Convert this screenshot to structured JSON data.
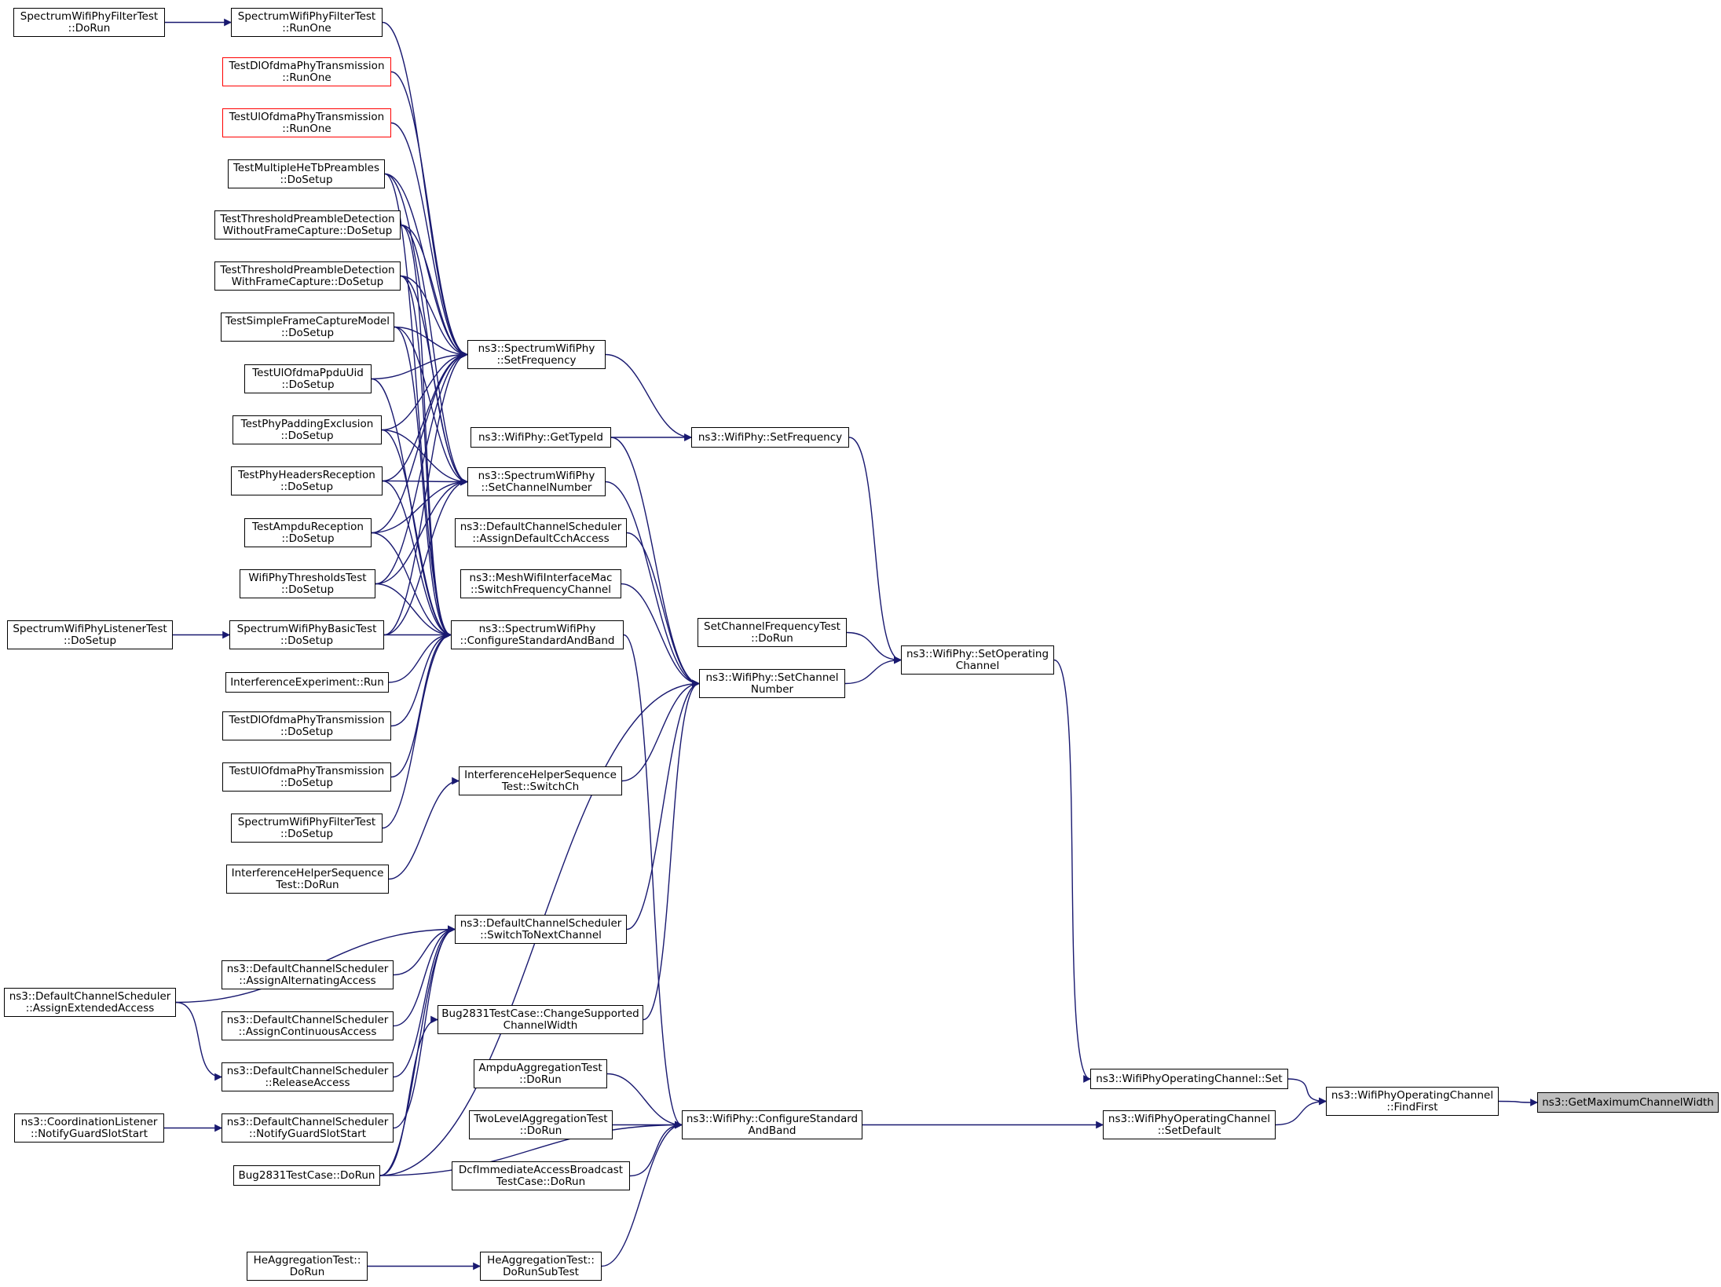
{
  "nodes": [
    {
      "id": "n0",
      "lines": [
        "SpectrumWifiPhyFilterTest",
        "::DoRun"
      ]
    },
    {
      "id": "n1",
      "lines": [
        "SpectrumWifiPhyFilterTest",
        "::RunOne"
      ]
    },
    {
      "id": "n2",
      "lines": [
        "TestDlOfdmaPhyTransmission",
        "::RunOne"
      ],
      "style": "red"
    },
    {
      "id": "n3",
      "lines": [
        "TestUlOfdmaPhyTransmission",
        "::RunOne"
      ],
      "style": "red"
    },
    {
      "id": "n4",
      "lines": [
        "TestMultipleHeTbPreambles",
        "::DoSetup"
      ]
    },
    {
      "id": "n5",
      "lines": [
        "TestThresholdPreambleDetection",
        "WithoutFrameCapture::DoSetup"
      ]
    },
    {
      "id": "n6",
      "lines": [
        "TestThresholdPreambleDetection",
        "WithFrameCapture::DoSetup"
      ]
    },
    {
      "id": "n7",
      "lines": [
        "TestSimpleFrameCaptureModel",
        "::DoSetup"
      ]
    },
    {
      "id": "n8",
      "lines": [
        "TestUlOfdmaPpduUid",
        "::DoSetup"
      ]
    },
    {
      "id": "n9",
      "lines": [
        "TestPhyPaddingExclusion",
        "::DoSetup"
      ]
    },
    {
      "id": "n10",
      "lines": [
        "TestPhyHeadersReception",
        "::DoSetup"
      ]
    },
    {
      "id": "n11",
      "lines": [
        "TestAmpduReception",
        "::DoSetup"
      ]
    },
    {
      "id": "n12",
      "lines": [
        "WifiPhyThresholdsTest",
        "::DoSetup"
      ]
    },
    {
      "id": "n13",
      "lines": [
        "SpectrumWifiPhyListenerTest",
        "::DoSetup"
      ]
    },
    {
      "id": "n14",
      "lines": [
        "SpectrumWifiPhyBasicTest",
        "::DoSetup"
      ]
    },
    {
      "id": "n15",
      "lines": [
        "InterferenceExperiment::Run"
      ]
    },
    {
      "id": "n16",
      "lines": [
        "TestDlOfdmaPhyTransmission",
        "::DoSetup"
      ]
    },
    {
      "id": "n17",
      "lines": [
        "TestUlOfdmaPhyTransmission",
        "::DoSetup"
      ]
    },
    {
      "id": "n18",
      "lines": [
        "SpectrumWifiPhyFilterTest",
        "::DoSetup"
      ]
    },
    {
      "id": "n19",
      "lines": [
        "InterferenceHelperSequence",
        "Test::DoRun"
      ]
    },
    {
      "id": "n20",
      "lines": [
        "ns3::DefaultChannelScheduler",
        "::AssignExtendedAccess"
      ]
    },
    {
      "id": "n21",
      "lines": [
        "ns3::DefaultChannelScheduler",
        "::AssignAlternatingAccess"
      ]
    },
    {
      "id": "n22",
      "lines": [
        "ns3::DefaultChannelScheduler",
        "::AssignContinuousAccess"
      ]
    },
    {
      "id": "n23",
      "lines": [
        "ns3::DefaultChannelScheduler",
        "::ReleaseAccess"
      ]
    },
    {
      "id": "n24",
      "lines": [
        "ns3::CoordinationListener",
        "::NotifyGuardSlotStart"
      ]
    },
    {
      "id": "n25",
      "lines": [
        "ns3::DefaultChannelScheduler",
        "::NotifyGuardSlotStart"
      ]
    },
    {
      "id": "n26",
      "lines": [
        "Bug2831TestCase::DoRun"
      ]
    },
    {
      "id": "n27",
      "lines": [
        "HeAggregationTest::",
        "DoRun"
      ]
    },
    {
      "id": "n28",
      "lines": [
        "ns3::SpectrumWifiPhy",
        "::SetFrequency"
      ]
    },
    {
      "id": "n29",
      "lines": [
        "ns3::WifiPhy::GetTypeId"
      ]
    },
    {
      "id": "n30",
      "lines": [
        "ns3::SpectrumWifiPhy",
        "::SetChannelNumber"
      ]
    },
    {
      "id": "n31",
      "lines": [
        "ns3::DefaultChannelScheduler",
        "::AssignDefaultCchAccess"
      ]
    },
    {
      "id": "n32",
      "lines": [
        "ns3::MeshWifiInterfaceMac",
        "::SwitchFrequencyChannel"
      ]
    },
    {
      "id": "n33",
      "lines": [
        "ns3::SpectrumWifiPhy",
        "::ConfigureStandardAndBand"
      ]
    },
    {
      "id": "n34",
      "lines": [
        "InterferenceHelperSequence",
        "Test::SwitchCh"
      ]
    },
    {
      "id": "n35",
      "lines": [
        "ns3::DefaultChannelScheduler",
        "::SwitchToNextChannel"
      ]
    },
    {
      "id": "n36",
      "lines": [
        "Bug2831TestCase::ChangeSupported",
        "ChannelWidth"
      ]
    },
    {
      "id": "n37",
      "lines": [
        "AmpduAggregationTest",
        "::DoRun"
      ]
    },
    {
      "id": "n38",
      "lines": [
        "TwoLevelAggregationTest",
        "::DoRun"
      ]
    },
    {
      "id": "n39",
      "lines": [
        "DcfImmediateAccessBroadcast",
        "TestCase::DoRun"
      ]
    },
    {
      "id": "n40",
      "lines": [
        "HeAggregationTest::",
        "DoRunSubTest"
      ]
    },
    {
      "id": "n41",
      "lines": [
        "ns3::WifiPhy::SetFrequency"
      ]
    },
    {
      "id": "n42",
      "lines": [
        "SetChannelFrequencyTest",
        "::DoRun"
      ]
    },
    {
      "id": "n43",
      "lines": [
        "ns3::WifiPhy::SetChannel",
        "Number"
      ]
    },
    {
      "id": "n44",
      "lines": [
        "ns3::WifiPhy::ConfigureStandard",
        "AndBand"
      ]
    },
    {
      "id": "n45",
      "lines": [
        "ns3::WifiPhy::SetOperating",
        "Channel"
      ]
    },
    {
      "id": "n46",
      "lines": [
        "ns3::WifiPhyOperatingChannel::Set"
      ]
    },
    {
      "id": "n47",
      "lines": [
        "ns3::WifiPhyOperatingChannel",
        "::SetDefault"
      ]
    },
    {
      "id": "n48",
      "lines": [
        "ns3::WifiPhyOperatingChannel",
        "::FindFirst"
      ]
    },
    {
      "id": "n49",
      "lines": [
        "ns3::GetMaximumChannelWidth"
      ],
      "style": "selected"
    }
  ],
  "edges": [
    [
      "n1",
      "n0"
    ],
    [
      "n28",
      "n1"
    ],
    [
      "n28",
      "n2"
    ],
    [
      "n28",
      "n3"
    ],
    [
      "n28",
      "n4"
    ],
    [
      "n28",
      "n5"
    ],
    [
      "n28",
      "n6"
    ],
    [
      "n28",
      "n7"
    ],
    [
      "n28",
      "n8"
    ],
    [
      "n28",
      "n9"
    ],
    [
      "n28",
      "n10"
    ],
    [
      "n28",
      "n11"
    ],
    [
      "n28",
      "n12"
    ],
    [
      "n28",
      "n14"
    ],
    [
      "n30",
      "n4"
    ],
    [
      "n30",
      "n5"
    ],
    [
      "n30",
      "n6"
    ],
    [
      "n30",
      "n7"
    ],
    [
      "n30",
      "n9"
    ],
    [
      "n30",
      "n10"
    ],
    [
      "n30",
      "n11"
    ],
    [
      "n30",
      "n12"
    ],
    [
      "n30",
      "n14"
    ],
    [
      "n33",
      "n4"
    ],
    [
      "n33",
      "n5"
    ],
    [
      "n33",
      "n6"
    ],
    [
      "n33",
      "n7"
    ],
    [
      "n33",
      "n8"
    ],
    [
      "n33",
      "n9"
    ],
    [
      "n33",
      "n10"
    ],
    [
      "n33",
      "n11"
    ],
    [
      "n33",
      "n12"
    ],
    [
      "n33",
      "n14"
    ],
    [
      "n33",
      "n15"
    ],
    [
      "n33",
      "n16"
    ],
    [
      "n33",
      "n17"
    ],
    [
      "n33",
      "n18"
    ],
    [
      "n14",
      "n13"
    ],
    [
      "n34",
      "n19"
    ],
    [
      "n35",
      "n20"
    ],
    [
      "n35",
      "n21"
    ],
    [
      "n35",
      "n22"
    ],
    [
      "n35",
      "n23"
    ],
    [
      "n35",
      "n25"
    ],
    [
      "n35",
      "n26"
    ],
    [
      "n23",
      "n20"
    ],
    [
      "n25",
      "n24"
    ],
    [
      "n36",
      "n26"
    ],
    [
      "n41",
      "n28"
    ],
    [
      "n41",
      "n29"
    ],
    [
      "n43",
      "n29"
    ],
    [
      "n43",
      "n30"
    ],
    [
      "n43",
      "n31"
    ],
    [
      "n43",
      "n32"
    ],
    [
      "n43",
      "n34"
    ],
    [
      "n43",
      "n35"
    ],
    [
      "n43",
      "n36"
    ],
    [
      "n43",
      "n26"
    ],
    [
      "n44",
      "n33"
    ],
    [
      "n44",
      "n37"
    ],
    [
      "n44",
      "n38"
    ],
    [
      "n44",
      "n39"
    ],
    [
      "n44",
      "n40"
    ],
    [
      "n44",
      "n26"
    ],
    [
      "n40",
      "n27"
    ],
    [
      "n45",
      "n41"
    ],
    [
      "n45",
      "n42"
    ],
    [
      "n45",
      "n43"
    ],
    [
      "n46",
      "n45"
    ],
    [
      "n47",
      "n44"
    ],
    [
      "n48",
      "n46"
    ],
    [
      "n48",
      "n47"
    ],
    [
      "n49",
      "n48"
    ]
  ]
}
